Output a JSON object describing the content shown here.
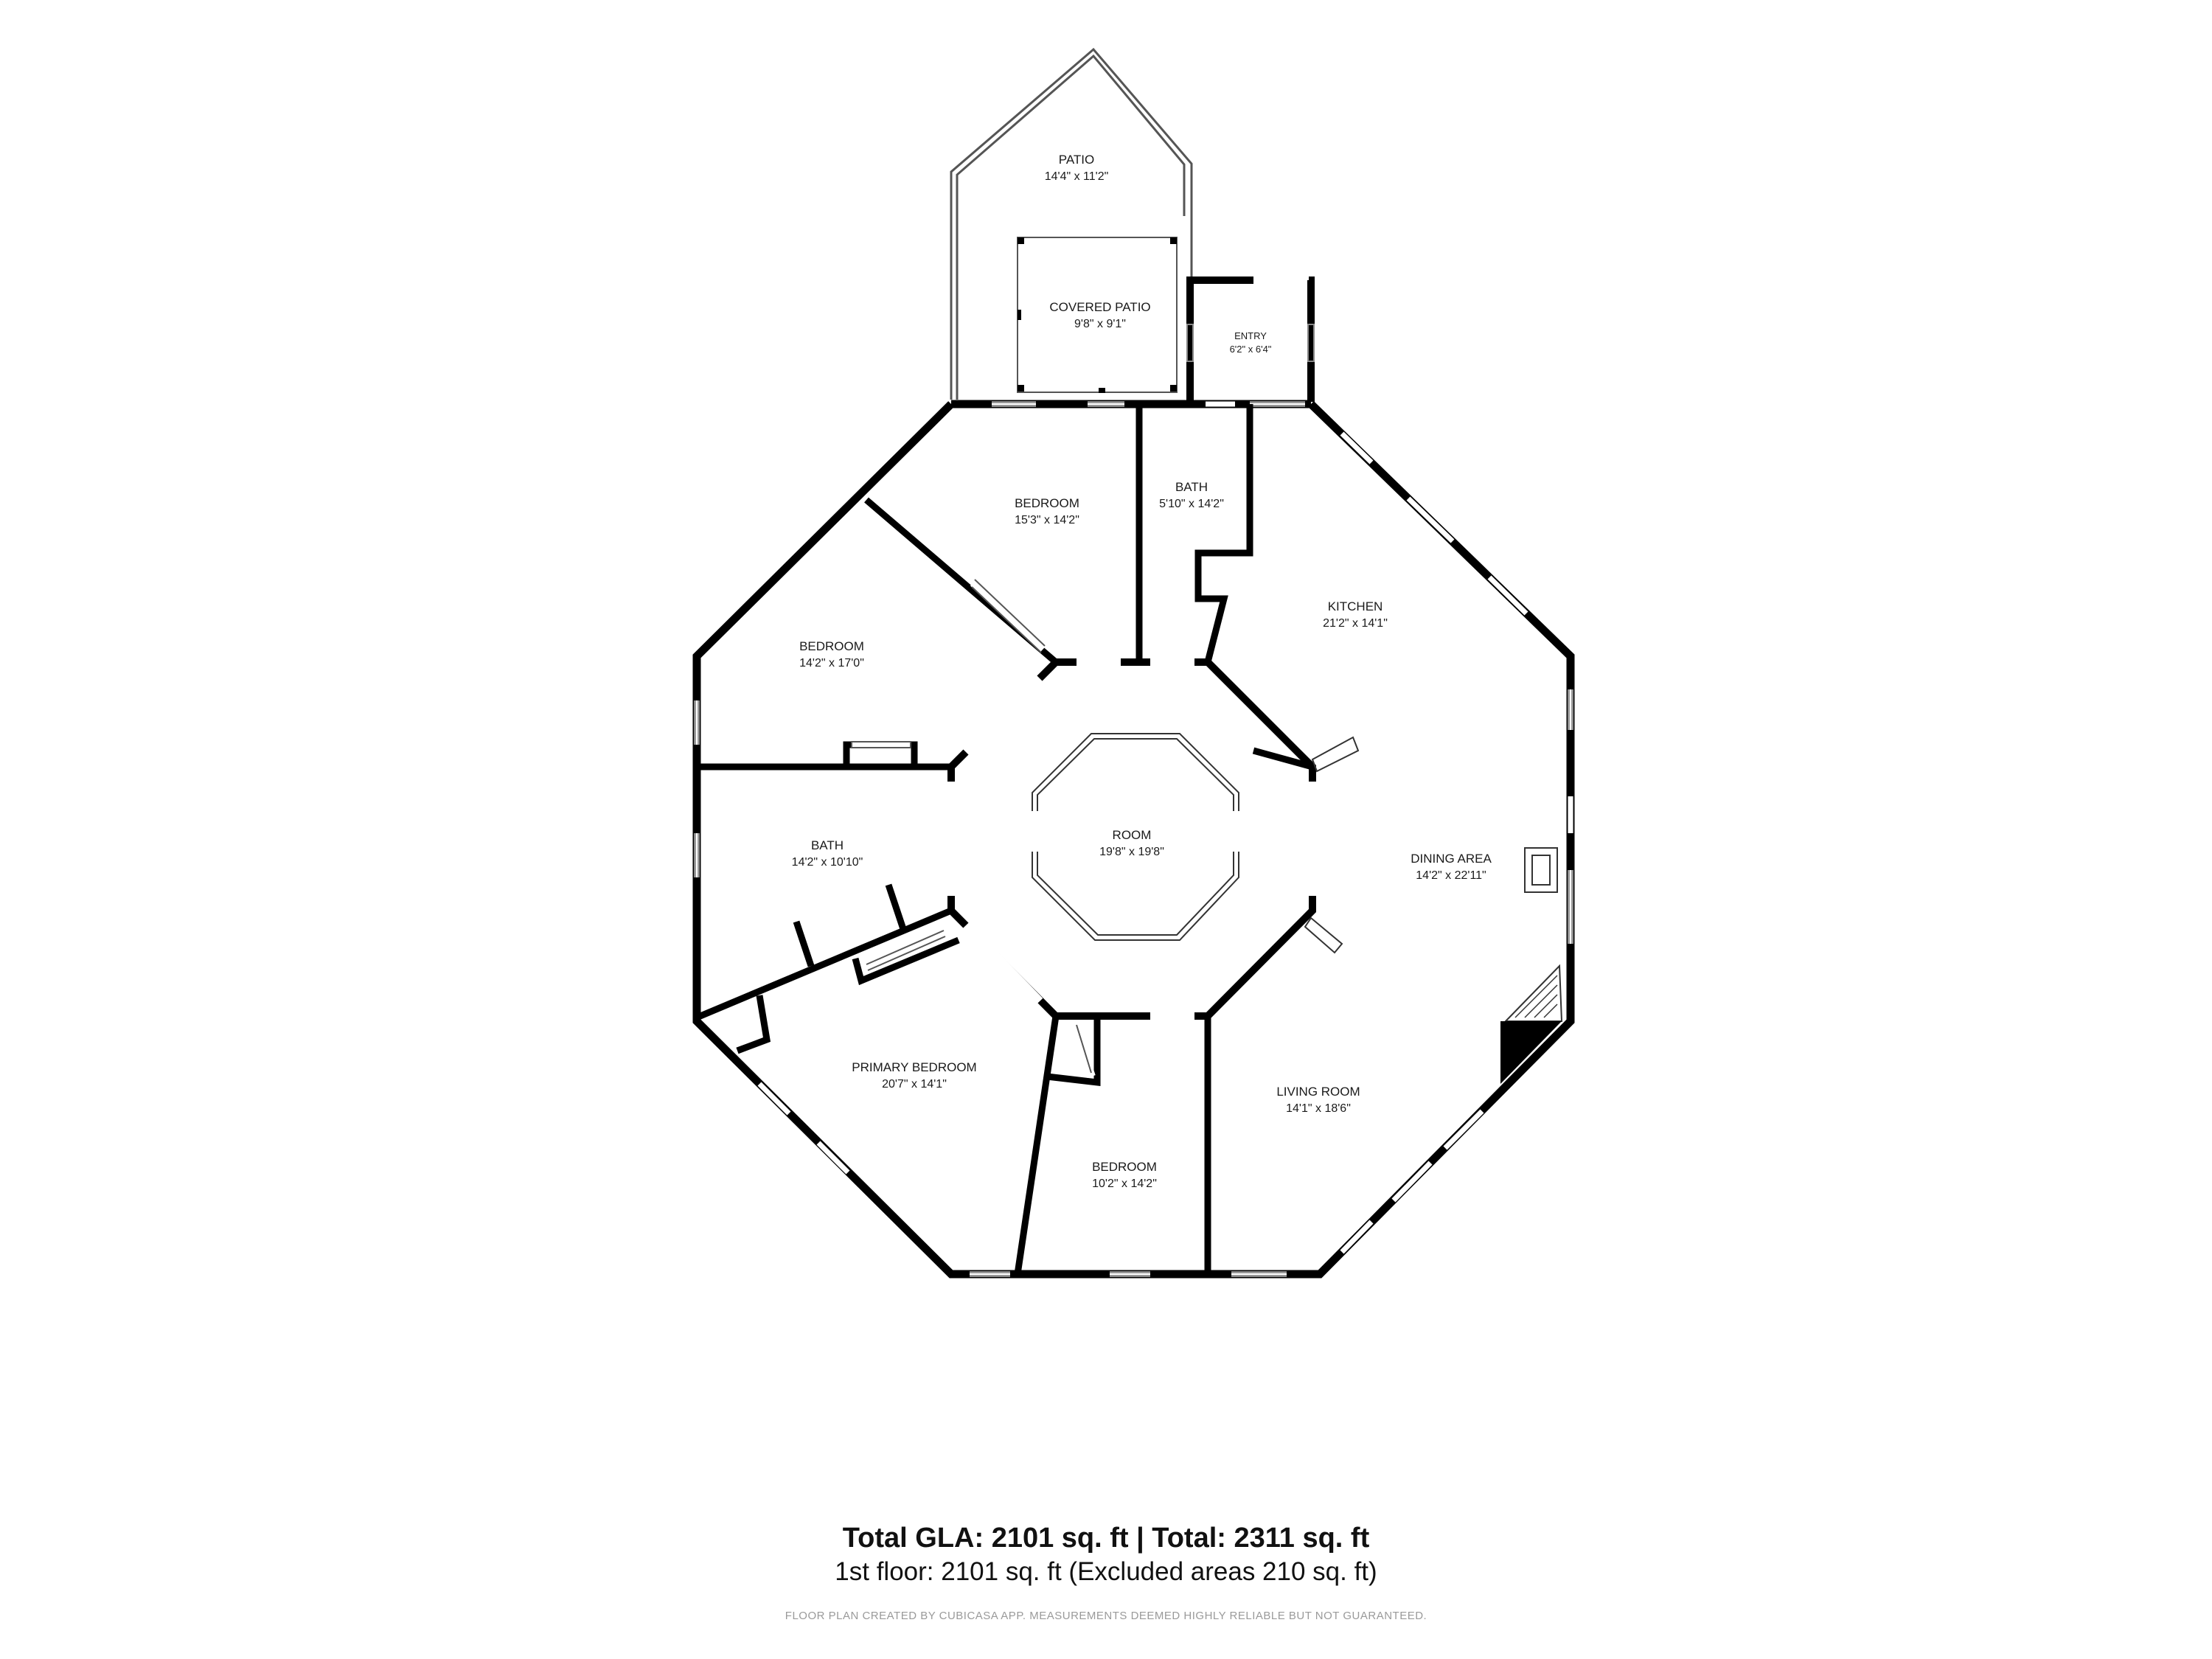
{
  "rooms": {
    "patio": {
      "name": "PATIO",
      "dim": "14'4\" x 11'2\""
    },
    "covered_patio": {
      "name": "COVERED PATIO",
      "dim": "9'8\" x 9'1\""
    },
    "entry": {
      "name": "ENTRY",
      "dim": "6'2\" x 6'4\""
    },
    "bedroom_top": {
      "name": "BEDROOM",
      "dim": "15'3\" x 14'2\""
    },
    "bath_top": {
      "name": "BATH",
      "dim": "5'10\" x 14'2\""
    },
    "kitchen": {
      "name": "KITCHEN",
      "dim": "21'2\" x 14'1\""
    },
    "bedroom_left": {
      "name": "BEDROOM",
      "dim": "14'2\" x 17'0\""
    },
    "room_center": {
      "name": "ROOM",
      "dim": "19'8\" x 19'8\""
    },
    "dining": {
      "name": "DINING AREA",
      "dim": "14'2\" x 22'11\""
    },
    "bath_left": {
      "name": "BATH",
      "dim": "14'2\" x 10'10\""
    },
    "primary_bedroom": {
      "name": "PRIMARY BEDROOM",
      "dim": "20'7\" x 14'1\""
    },
    "living": {
      "name": "LIVING ROOM",
      "dim": "14'1\" x 18'6\""
    },
    "bedroom_bottom": {
      "name": "BEDROOM",
      "dim": "10'2\" x 14'2\""
    }
  },
  "footer": {
    "totals": "Total GLA: 2101 sq. ft | Total: 2311 sq. ft",
    "floor_line": "1st floor: 2101 sq. ft (Excluded areas 210 sq. ft)",
    "credit": "FLOOR PLAN CREATED BY CUBICASA APP. MEASUREMENTS DEEMED HIGHLY RELIABLE BUT NOT GUARANTEED."
  },
  "colors": {
    "wall": "#000000",
    "background": "#ffffff",
    "thin_line": "#555555"
  }
}
